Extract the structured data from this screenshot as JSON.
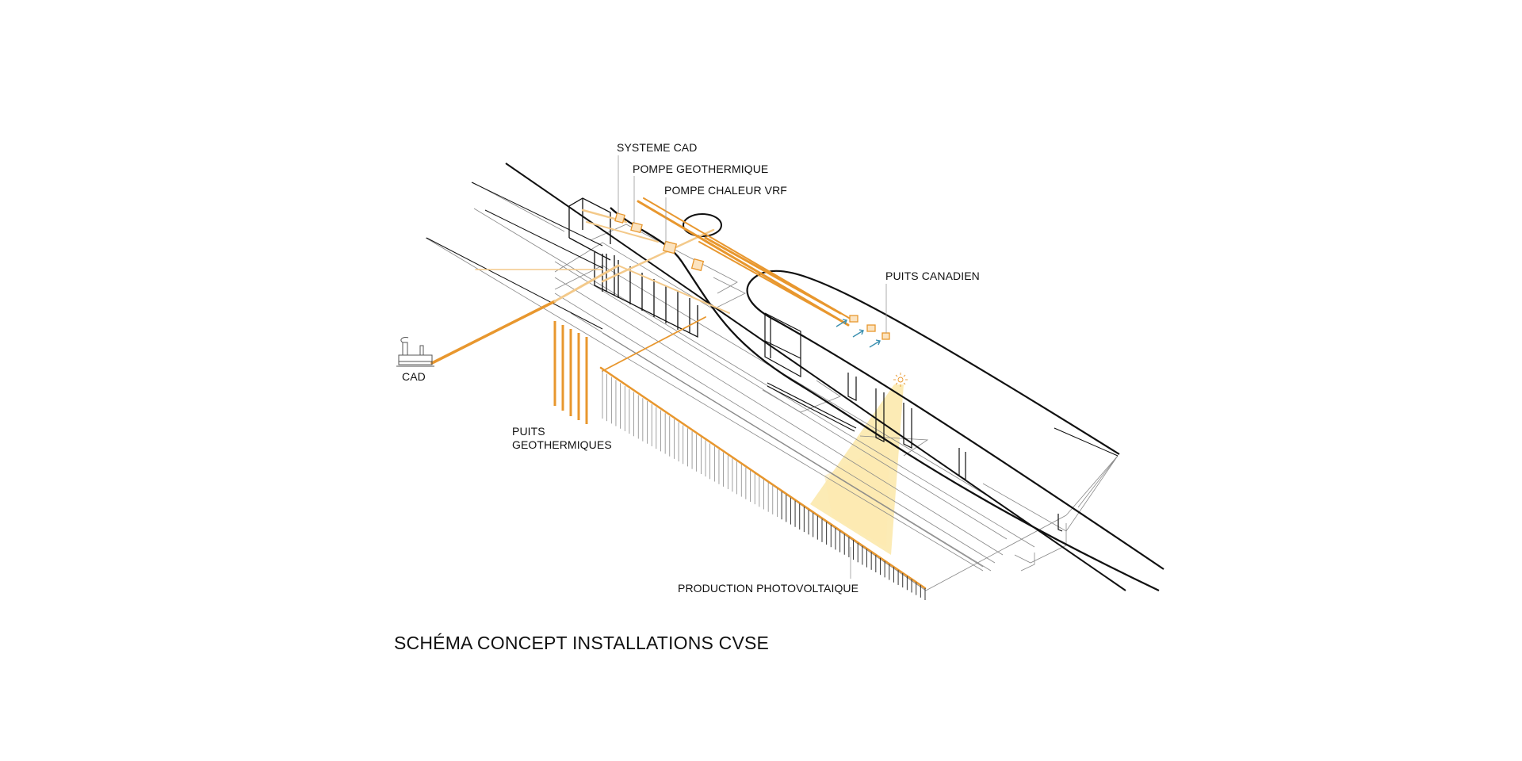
{
  "title": "SCHÉMA CONCEPT INSTALLATIONS CVSE",
  "labels": {
    "systeme_cad": "SYSTEME CAD",
    "pompe_geothermique": "POMPE GEOTHERMIQUE",
    "pompe_chaleur_vrf": "POMPE CHALEUR VRF",
    "puits_canadien": "PUITS CANADIEN",
    "cad": "CAD",
    "puits_geothermiques_line1": "PUITS",
    "puits_geothermiques_line2": "GEOTHERMIQUES",
    "production_photovoltaique": "PRODUCTION PHOTOVOLTAIQUE"
  },
  "colors": {
    "line": "#111111",
    "thin_line": "#777777",
    "pipe_orange": "#e8972e",
    "pipe_orange_light": "#f3c98a",
    "sun_light": "#fbe7a8",
    "air_arrow": "#3a8fb0"
  },
  "icons": [
    "cad-plant-icon",
    "sun-icon",
    "air-flow-arrow-icon"
  ]
}
